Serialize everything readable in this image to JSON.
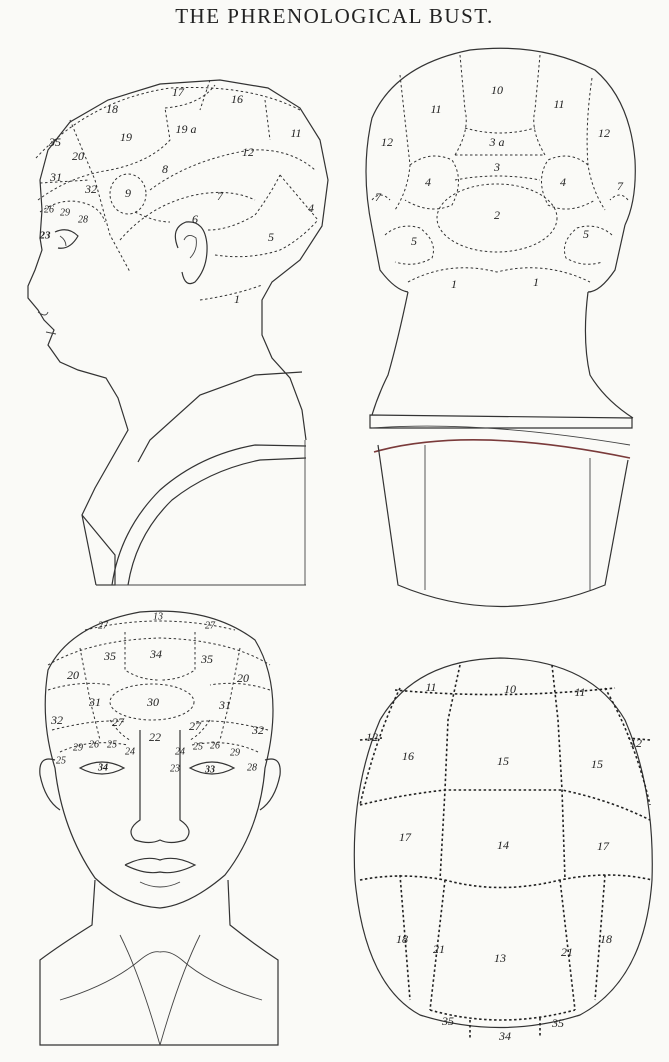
{
  "title": "THE PHRENOLOGICAL BUST.",
  "colors": {
    "ink": "#333333",
    "paper": "#fafaf7",
    "accent": "#7a3a3a"
  },
  "views": {
    "profile": {
      "numbers": [
        "17",
        "16",
        "18",
        "19 a",
        "19",
        "11",
        "35",
        "20",
        "12",
        "31",
        "8",
        "32",
        "9",
        "7",
        "4",
        "26",
        "29",
        "28",
        "6",
        "23",
        "5",
        "1"
      ]
    },
    "back": {
      "numbers": [
        "10",
        "11",
        "11",
        "12",
        "12",
        "3 a",
        "3",
        "4",
        "4",
        "7",
        "7",
        "2",
        "5",
        "5",
        "1",
        "1"
      ]
    },
    "front": {
      "numbers": [
        "13",
        "27",
        "27",
        "34",
        "35",
        "35",
        "20",
        "20",
        "30",
        "31",
        "31",
        "32",
        "32",
        "27",
        "27",
        "22",
        "29",
        "26",
        "25",
        "24",
        "23",
        "24",
        "25",
        "26",
        "29",
        "25",
        "28",
        "34",
        "33"
      ]
    },
    "top": {
      "numbers": [
        "10",
        "11",
        "11",
        "12",
        "12",
        "16",
        "15",
        "15",
        "17",
        "14",
        "17",
        "18",
        "21",
        "13",
        "21",
        "18",
        "35",
        "34",
        "35"
      ]
    }
  }
}
